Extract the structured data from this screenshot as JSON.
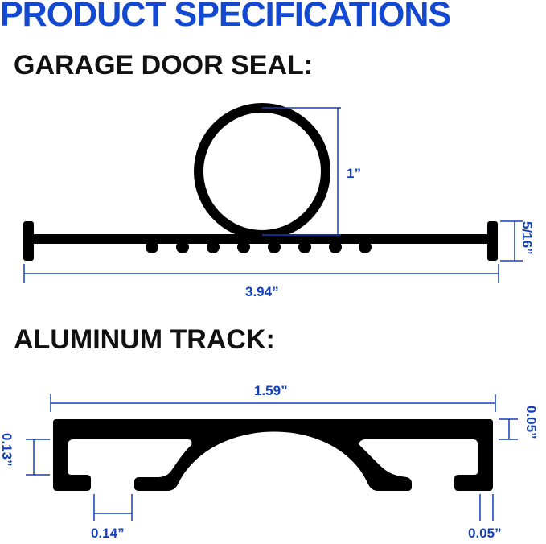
{
  "title": "PRODUCT SPECIFICATIONS",
  "seal": {
    "heading": "GARAGE DOOR SEAL:",
    "dimensions": {
      "bulb_diameter": "1”",
      "width": "3.94”",
      "height": "5/16”"
    }
  },
  "track": {
    "heading": "ALUMINUM TRACK:",
    "dimensions": {
      "width": "1.59”",
      "wall_thickness": "0.05”",
      "channel_height": "0.13”",
      "slot_width": "0.14”",
      "lip_width": "0.05”"
    }
  },
  "colors": {
    "title": "#1348d0",
    "dimension": "#1340b8",
    "outline": "#111111",
    "shape": "#000000"
  }
}
